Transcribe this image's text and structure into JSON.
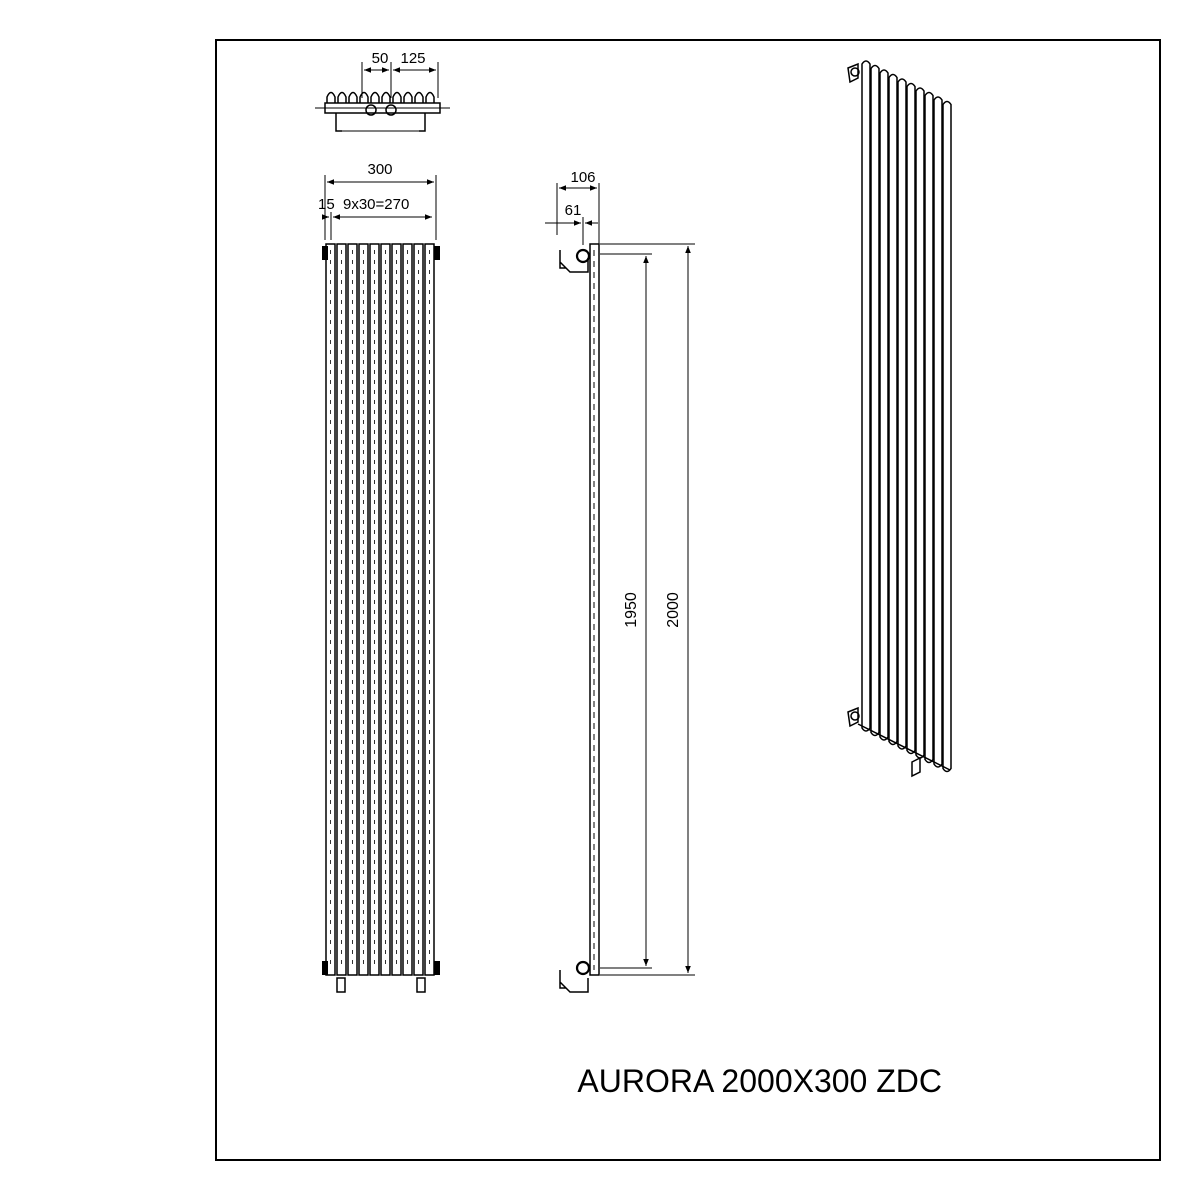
{
  "title": "AURORA 2000X300 ZDC",
  "colors": {
    "line": "#000000",
    "paper": "#ffffff"
  },
  "top_view": {
    "dim_inlet": "50",
    "dim_outlet": "125"
  },
  "front_view": {
    "dim_width": "300",
    "dim_edge": "15",
    "dim_pitch": "9x30=270",
    "tube_count": 10
  },
  "side_view": {
    "dim_depth": "106",
    "dim_wall": "61",
    "dim_centres": "1950",
    "dim_height": "2000"
  },
  "iso_view": {
    "tube_count": 10
  }
}
